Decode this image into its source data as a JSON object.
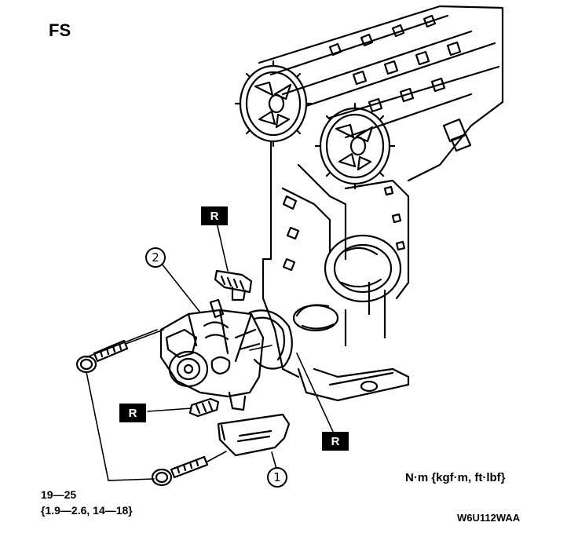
{
  "diagram": {
    "engine_label": "FS",
    "replace_marks": [
      "R",
      "R",
      "R"
    ],
    "callouts": [
      "2",
      "1"
    ],
    "units_label": "N·m {kgf·m, ft·lbf}",
    "torque_value": "19—25",
    "torque_conversion": "{1.9—2.6, 14—18}",
    "figure_code": "W6U112WAA"
  },
  "components": {
    "callout_2": "water-pump",
    "callout_1": "bracket",
    "icons": [
      "camshaft-pulley-icon",
      "engine-block-icon",
      "water-pump-icon",
      "gasket-icon",
      "bolt-icon",
      "o-ring-icon",
      "bracket-icon"
    ]
  }
}
